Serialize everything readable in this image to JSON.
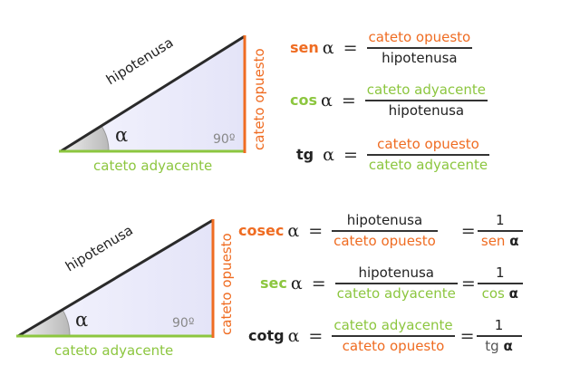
{
  "colors": {
    "opposite": "#ef6c22",
    "adjacent": "#8cc63f",
    "hypotenuse": "#222222",
    "triangle_fill": "#e9e9fa",
    "angle_fill": "#c8c8c8",
    "right_angle_label": "#888888"
  },
  "triangles": [
    {
      "hypotenuse_label": "hipotenusa",
      "opposite_label": "cateto opuesto",
      "adjacent_label": "cateto adyacente",
      "angle_label": "α",
      "right_angle_label": "90º"
    },
    {
      "hypotenuse_label": "hipotenusa",
      "opposite_label": "cateto opuesto",
      "adjacent_label": "cateto adyacente",
      "angle_label": "α",
      "right_angle_label": "90º"
    }
  ],
  "formulas_top": [
    {
      "name": "sen",
      "alpha": "α",
      "eq": "=",
      "numerator": "cateto opuesto",
      "denominator": "hipotenusa"
    },
    {
      "name": "cos",
      "alpha": "α",
      "eq": "=",
      "numerator": "cateto adyacente",
      "denominator": "hipotenusa"
    },
    {
      "name": "tg",
      "alpha": "α",
      "eq": "=",
      "numerator": "cateto opuesto",
      "denominator": "cateto adyacente"
    }
  ],
  "formulas_bottom": [
    {
      "name": "cosec",
      "alpha": "α",
      "eq": "=",
      "numerator": "hipotenusa",
      "denominator": "cateto opuesto",
      "eq2": "=",
      "recip_num": "1",
      "recip_fn": "sen",
      "recip_alpha": "α"
    },
    {
      "name": "sec",
      "alpha": "α",
      "eq": "=",
      "numerator": "hipotenusa",
      "denominator": "cateto adyacente",
      "eq2": "=",
      "recip_num": "1",
      "recip_fn": "cos",
      "recip_alpha": "α"
    },
    {
      "name": "cotg",
      "alpha": "α",
      "eq": "=",
      "numerator": "cateto adyacente",
      "denominator": "cateto opuesto",
      "eq2": "=",
      "recip_num": "1",
      "recip_fn": "tg",
      "recip_alpha": "α"
    }
  ]
}
